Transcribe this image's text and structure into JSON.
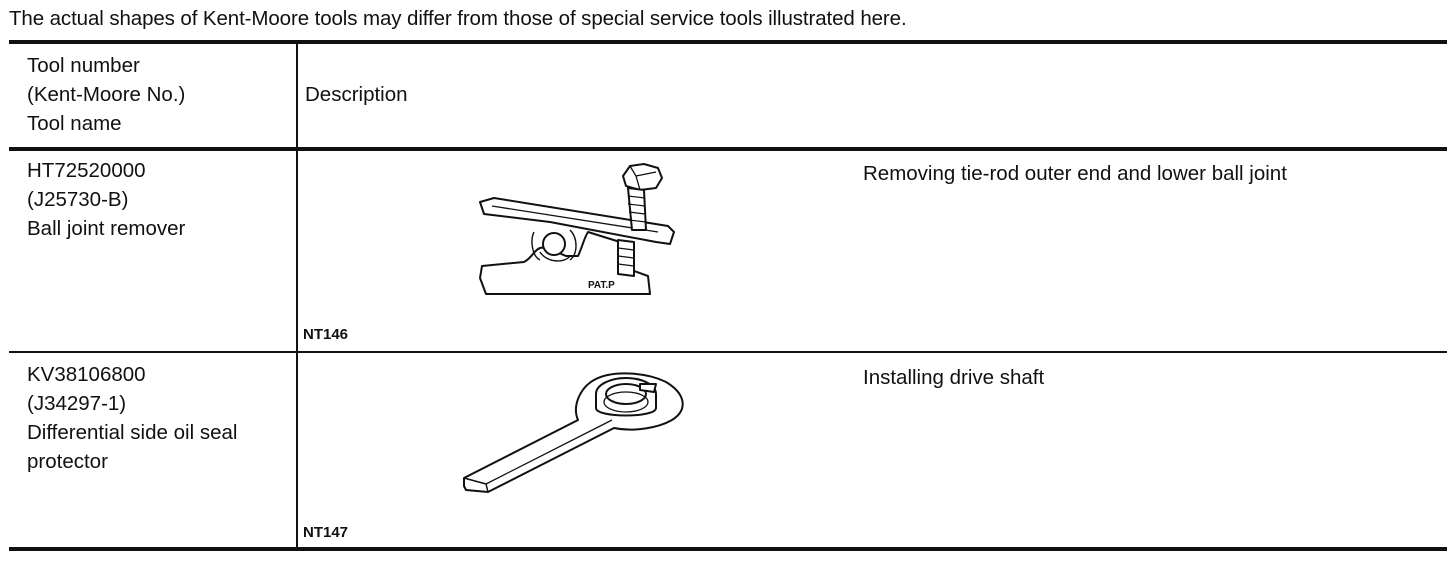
{
  "note": "The actual shapes of Kent-Moore tools may differ from those of special service tools illustrated here.",
  "header": {
    "tool_lines": [
      "Tool number",
      "(Kent-Moore No.)",
      "Tool name"
    ],
    "description": "Description"
  },
  "rows": [
    {
      "tool_number": "HT72520000",
      "kent_moore": "(J25730-B)",
      "name_lines": [
        "Ball joint remover"
      ],
      "figure_code": "NT146",
      "figure_label": "PAT.P",
      "description": "Removing tie-rod outer end and lower ball joint",
      "icon": "ball-joint-remover-illustration"
    },
    {
      "tool_number": "KV38106800",
      "kent_moore": "(J34297-1)",
      "name_lines": [
        "Differential side oil seal",
        "protector"
      ],
      "figure_code": "NT147",
      "description": "Installing drive shaft",
      "icon": "oil-seal-protector-illustration"
    }
  ]
}
